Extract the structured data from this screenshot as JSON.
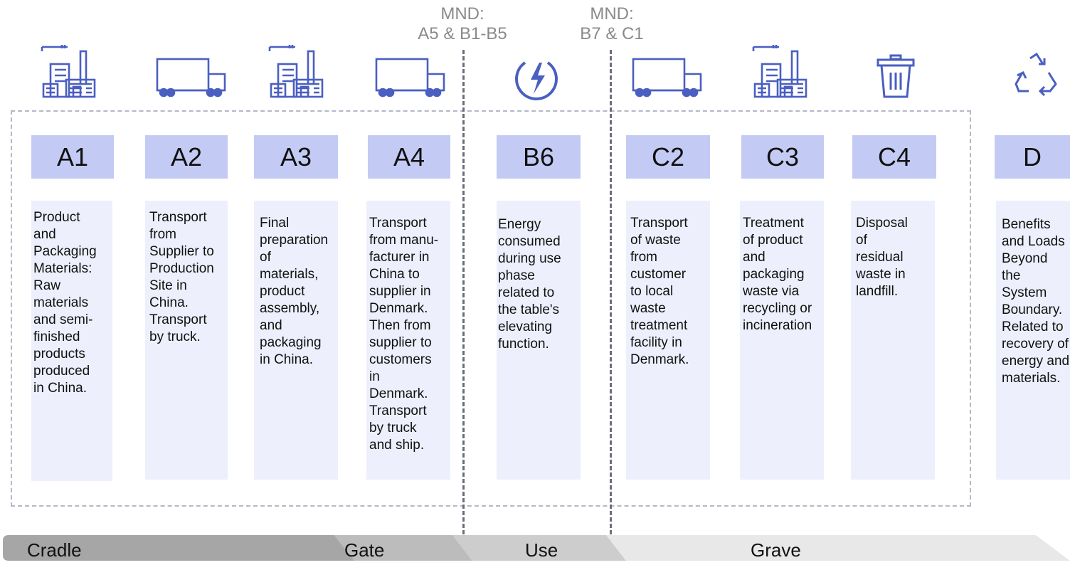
{
  "mnd": [
    {
      "line1": "MND:",
      "line2": "A5 & B1-B5"
    },
    {
      "line1": "MND:",
      "line2": "B7 & C1"
    }
  ],
  "stages": [
    {
      "code": "A1",
      "icon": "factory-icon",
      "text": "Product\nand\nPackaging\nMaterials:\nRaw\nmaterials\nand semi-\nfinished\nproducts\nproduced\nin China."
    },
    {
      "code": "A2",
      "icon": "truck-icon",
      "text": "Transport\nfrom\nSupplier to\nProduction\nSite in\nChina.\nTransport\nby truck."
    },
    {
      "code": "A3",
      "icon": "factory-icon",
      "text": "Final\npreparation\nof\nmaterials,\nproduct\nassembly,\nand\npackaging\nin China."
    },
    {
      "code": "A4",
      "icon": "truck-icon",
      "text": "Transport\nfrom manu-\nfacturer in\nChina to\nsupplier in\nDenmark.\nThen from\nsupplier to\ncustomers\nin\nDenmark.\nTransport\nby truck\nand ship."
    },
    {
      "code": "B6",
      "icon": "energy-icon",
      "text": "Energy\nconsumed\nduring use\nphase\nrelated to\nthe table's\nelevating\nfunction."
    },
    {
      "code": "C2",
      "icon": "truck-icon",
      "text": "Transport\nof waste\nfrom\ncustomer\nto local\nwaste\ntreatment\nfacility in\nDenmark."
    },
    {
      "code": "C3",
      "icon": "factory-icon",
      "text": "Treatment\nof product\nand\npackaging\nwaste via\nrecycling or\nincineration"
    },
    {
      "code": "C4",
      "icon": "trash-icon",
      "text": "Disposal\nof\nresidual\nwaste in\nlandfill."
    },
    {
      "code": "D",
      "icon": "recycle-icon",
      "text": "Benefits\nand Loads\nBeyond the\nSystem\nBoundary.\nRelated to\nrecovery of\nenergy and\nmaterials."
    }
  ],
  "phases": [
    "Cradle",
    "Gate",
    "Use",
    "Grave"
  ],
  "colors": {
    "code_bg": "#c3cbf5",
    "desc_bg": "#edf0fc",
    "icon": "#4a5fc1",
    "mnd_text": "#8a8a8a"
  }
}
